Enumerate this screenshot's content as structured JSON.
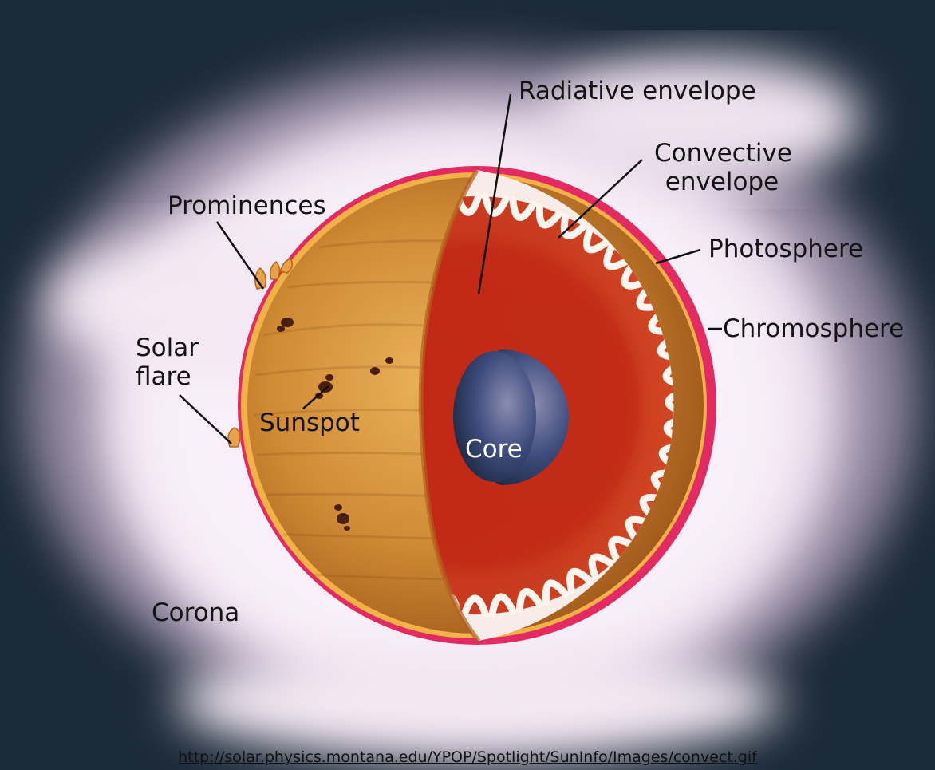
{
  "labels": {
    "radiative_envelope": "Radiative envelope",
    "convective_envelope": [
      "Convective",
      "envelope"
    ],
    "photosphere": "Photosphere",
    "chromosphere": "Chromosphere",
    "prominences": "Prominences",
    "solar_flare": [
      "Solar",
      "flare"
    ],
    "sunspot": "Sunspot",
    "core": "Core",
    "corona": "Corona"
  },
  "source_link": "http://solar.physics.montana.edu/YPOP/Spotlight/SunInfo/Images/convect.gif",
  "colors": {
    "space": "#0e1a26",
    "corona_glow": "#f3e6f4",
    "sun_surface": "#c57a28",
    "sun_highlight": "#e6a84a",
    "interior": "#c3301a",
    "convective_loops": "#fff4ee",
    "chromosphere": "#e01f58",
    "photosphere": "#f0b040",
    "core": "#3a4a78"
  },
  "icons": [
    "sun-cutaway-illustration",
    "sunspot",
    "prominence",
    "solar-flare"
  ]
}
